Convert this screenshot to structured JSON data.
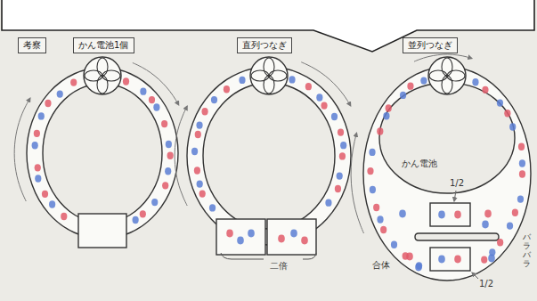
{
  "diagram": {
    "nodes": [
      {
        "text": [
          "考察"
        ]
      },
      {
        "text": [
          "かん電池1個"
        ]
      },
      {
        "text": [
          "直列つなぎ"
        ]
      },
      {
        "text": [
          "並列つなぎ"
        ]
      }
    ],
    "labels": [
      "二倍",
      "かん電池",
      "1/2",
      "バラバラ",
      "合体",
      "1/2"
    ]
  }
}
